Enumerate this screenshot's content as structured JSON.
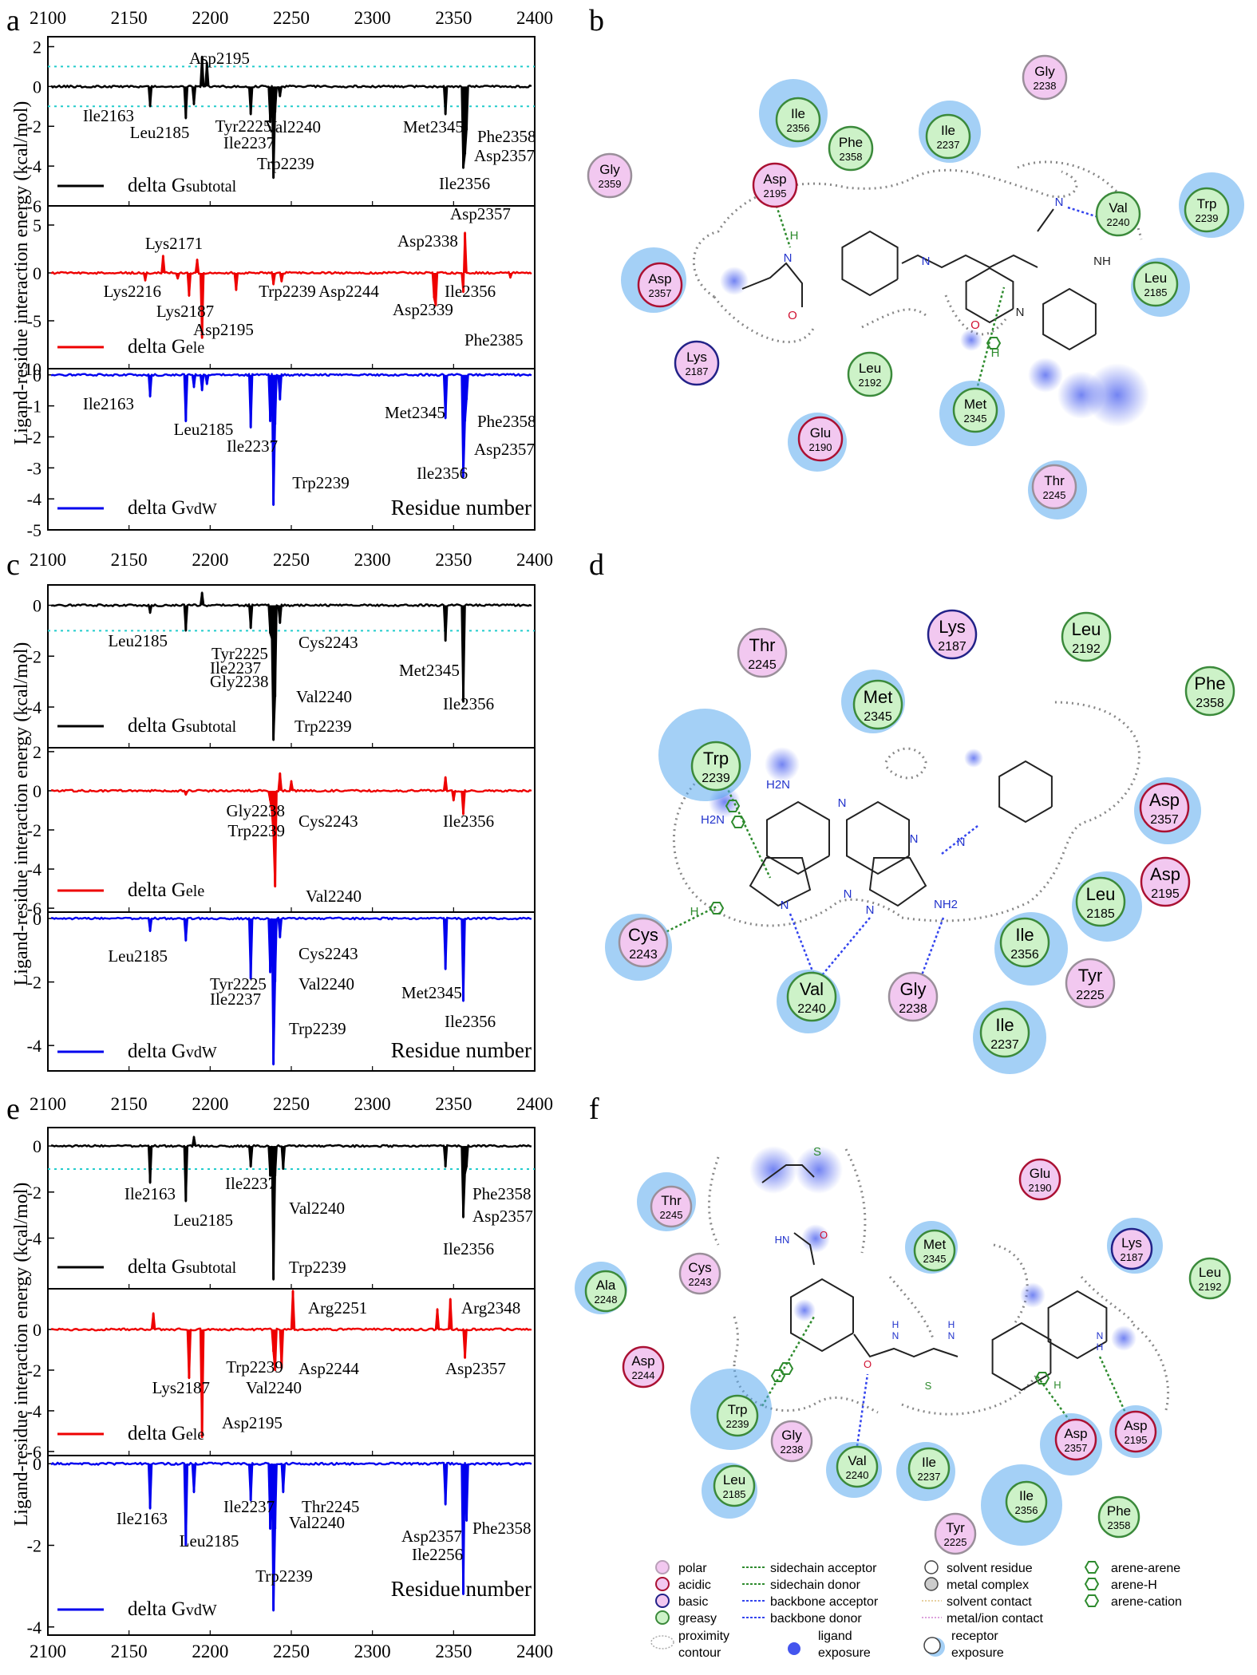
{
  "figure": {
    "panel_letters": [
      "a",
      "b",
      "c",
      "d",
      "e",
      "f"
    ],
    "y_axis_title": "Ligand-residue interaction energy (kcal/mol)",
    "x_axis_title": "Residue number",
    "x_ticks": [
      2100,
      2150,
      2200,
      2250,
      2300,
      2350,
      2400
    ],
    "x_ticks_label": [
      "2100",
      "2150",
      "2200",
      "2250",
      "2300",
      "2350",
      "2400"
    ]
  },
  "chart_data": [
    {
      "type": "line",
      "panel": "a",
      "subplots": [
        {
          "series": [
            {
              "name": "delta Gsubtotal",
              "color": "#000000"
            }
          ],
          "legend_main": "delta G",
          "legend_sub": "subtotal",
          "ylim": [
            -6,
            2.5
          ],
          "yticks": [
            2,
            0,
            -2,
            -4,
            -6
          ],
          "ytick_labels": [
            "2",
            "0",
            "-2",
            "-4",
            "-6"
          ],
          "threshold_lines": [
            1,
            -1
          ],
          "x": [
            2163,
            2185,
            2190,
            2195,
            2198,
            2225,
            2237,
            2239,
            2240,
            2243,
            2345,
            2356,
            2357,
            2358
          ],
          "values": [
            -1.0,
            -1.6,
            -0.9,
            1.5,
            1.2,
            -1.4,
            -1.8,
            -4.6,
            -1.3,
            -0.5,
            -1.4,
            -4.1,
            -3.4,
            -2.2
          ],
          "annotations": [
            "Asp2195",
            "Ile2163",
            "Leu2185",
            "Tyr2225",
            "Ile2237",
            "Val2240",
            "Trp2239",
            "Met2345",
            "Phe2358",
            "Asp2357",
            "Ile2356"
          ]
        },
        {
          "series": [
            {
              "name": "delta Gele",
              "color": "#ee0000"
            }
          ],
          "legend_main": "delta G",
          "legend_sub": "ele",
          "ylim": [
            -10,
            7
          ],
          "yticks": [
            5,
            0,
            -5,
            -10
          ],
          "ytick_labels": [
            "5",
            "0",
            "-5",
            "-10"
          ],
          "threshold_lines": [],
          "x": [
            2160,
            2171,
            2180,
            2187,
            2192,
            2195,
            2216,
            2239,
            2244,
            2338,
            2339,
            2356,
            2357,
            2385
          ],
          "values": [
            -0.8,
            1.8,
            -0.6,
            -2.4,
            1.4,
            -6.8,
            -1.8,
            -1.2,
            -0.9,
            -2.6,
            -3.4,
            -2.0,
            4.2,
            -0.5
          ],
          "annotations": [
            "Lys2171",
            "Asp2357",
            "Asp2338",
            "Lys2216",
            "Lys2187",
            "Trp2239",
            "Asp2244",
            "Ile2356",
            "Asp2339",
            "Asp2195",
            "Phe2385"
          ]
        },
        {
          "series": [
            {
              "name": "delta GvdW",
              "color": "#0000ee"
            }
          ],
          "legend_main": "delta G",
          "legend_sub": "vdW",
          "ylim": [
            -5,
            0.2
          ],
          "yticks": [
            0,
            -1,
            -2,
            -3,
            -4,
            -5
          ],
          "ytick_labels": [
            "0",
            "-1",
            "-2",
            "-3",
            "-4",
            "-5"
          ],
          "threshold_lines": [],
          "x": [
            2163,
            2185,
            2190,
            2195,
            2198,
            2225,
            2237,
            2239,
            2240,
            2243,
            2345,
            2356,
            2357,
            2358
          ],
          "values": [
            -0.7,
            -1.5,
            -0.4,
            -0.5,
            -0.3,
            -1.7,
            -1.5,
            -4.2,
            -1.6,
            -0.8,
            -1.4,
            -3.3,
            -1.5,
            -0.8
          ],
          "annotations": [
            "Ile2163",
            "Leu2185",
            "Ile2237",
            "Met2345",
            "Phe2358",
            "Asp2357",
            "Trp2239",
            "Ile2356"
          ]
        }
      ]
    },
    {
      "type": "line",
      "panel": "c",
      "subplots": [
        {
          "series": [
            {
              "name": "delta Gsubtotal",
              "color": "#000000"
            }
          ],
          "legend_main": "delta G",
          "legend_sub": "subtotal",
          "ylim": [
            -5.6,
            0.8
          ],
          "yticks": [
            0,
            -2,
            -4
          ],
          "ytick_labels": [
            "0",
            "-2",
            "-4"
          ],
          "threshold_lines": [
            -1
          ],
          "x": [
            2163,
            2185,
            2195,
            2225,
            2237,
            2238,
            2239,
            2240,
            2243,
            2345,
            2356
          ],
          "values": [
            -0.3,
            -1.0,
            0.5,
            -0.9,
            -1.1,
            -1.3,
            -5.3,
            -3.6,
            -0.7,
            -1.4,
            -3.8
          ],
          "annotations": [
            "Leu2185",
            "Tyr2225",
            "Ile2237",
            "Gly2238",
            "Cys2243",
            "Met2345",
            "Val2240",
            "Trp2239",
            "Ile2356"
          ]
        },
        {
          "series": [
            {
              "name": "delta Gele",
              "color": "#ee0000"
            }
          ],
          "legend_main": "delta G",
          "legend_sub": "ele",
          "ylim": [
            -6.2,
            2.2
          ],
          "yticks": [
            2,
            0,
            -2,
            -4,
            -6
          ],
          "ytick_labels": [
            "2",
            "0",
            "-2",
            "-4",
            "-6"
          ],
          "threshold_lines": [],
          "x": [
            2185,
            2237,
            2238,
            2239,
            2240,
            2243,
            2250,
            2345,
            2350,
            2356
          ],
          "values": [
            -0.2,
            -0.5,
            -1.0,
            -2.2,
            -4.9,
            0.9,
            0.5,
            0.7,
            -0.5,
            -1.2
          ],
          "annotations": [
            "Gly2238",
            "Cys2243",
            "Trp2239",
            "Ile2356",
            "Val2240"
          ]
        },
        {
          "series": [
            {
              "name": "delta GvdW",
              "color": "#0000ee"
            }
          ],
          "legend_main": "delta G",
          "legend_sub": "vdW",
          "ylim": [
            -4.8,
            0.2
          ],
          "yticks": [
            0,
            -2,
            -4
          ],
          "ytick_labels": [
            "0",
            "-2",
            "-4"
          ],
          "threshold_lines": [],
          "x": [
            2163,
            2185,
            2225,
            2237,
            2239,
            2240,
            2243,
            2345,
            2356
          ],
          "values": [
            -0.4,
            -0.7,
            -1.9,
            -1.7,
            -4.6,
            -2.0,
            -0.6,
            -1.6,
            -2.6
          ],
          "annotations": [
            "Leu2185",
            "Cys2243",
            "Tyr2225",
            "Val2240",
            "Ile2237",
            "Met2345",
            "Ile2356",
            "Trp2239"
          ]
        }
      ]
    },
    {
      "type": "line",
      "panel": "e",
      "subplots": [
        {
          "series": [
            {
              "name": "delta Gsubtotal",
              "color": "#000000"
            }
          ],
          "legend_main": "delta G",
          "legend_sub": "subtotal",
          "ylim": [
            -6.2,
            0.8
          ],
          "yticks": [
            0,
            -2,
            -4
          ],
          "ytick_labels": [
            "0",
            "-2",
            "-4"
          ],
          "threshold_lines": [
            -1
          ],
          "x": [
            2163,
            2185,
            2190,
            2225,
            2237,
            2239,
            2240,
            2245,
            2345,
            2356,
            2357,
            2358
          ],
          "values": [
            -1.6,
            -2.4,
            0.4,
            -0.9,
            -1.3,
            -5.8,
            -1.3,
            -1.0,
            -0.9,
            -3.1,
            -1.2,
            -0.9
          ],
          "annotations": [
            "Phe2358",
            "Ile2163",
            "Ile2237",
            "Val2240",
            "Leu2185",
            "Asp2357",
            "Ile2356",
            "Trp2239"
          ]
        },
        {
          "series": [
            {
              "name": "delta Gele",
              "color": "#ee0000"
            }
          ],
          "legend_main": "delta G",
          "legend_sub": "ele",
          "ylim": [
            -6.2,
            2.0
          ],
          "yticks": [
            0,
            -2,
            -4,
            -6
          ],
          "ytick_labels": [
            "0",
            "-2",
            "-4",
            "-6"
          ],
          "threshold_lines": [],
          "x": [
            2165,
            2187,
            2195,
            2239,
            2240,
            2244,
            2251,
            2340,
            2348,
            2357
          ],
          "values": [
            0.8,
            -2.4,
            -5.3,
            -1.1,
            -2.0,
            -1.9,
            1.9,
            1.0,
            1.5,
            -1.4
          ],
          "annotations": [
            "Arg2251",
            "Arg2348",
            "Trp2239",
            "Asp2244",
            "Asp2357",
            "Lys2187",
            "Val2240",
            "Asp2195"
          ]
        },
        {
          "series": [
            {
              "name": "delta GvdW",
              "color": "#0000ee"
            }
          ],
          "legend_main": "delta G",
          "legend_sub": "vdW",
          "ylim": [
            -4.2,
            0.2
          ],
          "yticks": [
            0,
            -2,
            -4
          ],
          "ytick_labels": [
            "0",
            "-2",
            "-4"
          ],
          "threshold_lines": [],
          "x": [
            2163,
            2185,
            2190,
            2225,
            2237,
            2239,
            2240,
            2245,
            2345,
            2356,
            2358
          ],
          "values": [
            -1.1,
            -2.0,
            -0.7,
            -0.9,
            -1.6,
            -3.6,
            -1.6,
            -0.7,
            -1.0,
            -3.2,
            -1.4
          ],
          "annotations": [
            "Ile2163",
            "Ile2237",
            "Thr2245",
            "Phe2358",
            "Leu2185",
            "Val2240",
            "Asp2357",
            "Trp2239",
            "Ile2256"
          ]
        }
      ]
    },
    {
      "type": "diagram",
      "panel": "b",
      "residues": [
        {
          "name": "Gly",
          "num": "2238",
          "kind": "polar"
        },
        {
          "name": "Ile",
          "num": "2356",
          "kind": "greasy"
        },
        {
          "name": "Phe",
          "num": "2358",
          "kind": "greasy"
        },
        {
          "name": "Ile",
          "num": "2237",
          "kind": "greasy"
        },
        {
          "name": "Gly",
          "num": "2359",
          "kind": "polar"
        },
        {
          "name": "Asp",
          "num": "2195",
          "kind": "acidic"
        },
        {
          "name": "Val",
          "num": "2240",
          "kind": "greasy"
        },
        {
          "name": "Trp",
          "num": "2239",
          "kind": "greasy"
        },
        {
          "name": "Asp",
          "num": "2357",
          "kind": "acidic"
        },
        {
          "name": "Leu",
          "num": "2185",
          "kind": "greasy"
        },
        {
          "name": "Lys",
          "num": "2187",
          "kind": "basic"
        },
        {
          "name": "Leu",
          "num": "2192",
          "kind": "greasy"
        },
        {
          "name": "Met",
          "num": "2345",
          "kind": "greasy"
        },
        {
          "name": "Glu",
          "num": "2190",
          "kind": "acidic"
        },
        {
          "name": "Thr",
          "num": "2245",
          "kind": "polar"
        }
      ],
      "atom_labels": [
        "N",
        "H",
        "NH",
        "N",
        "N",
        "O",
        "O",
        "N",
        "H"
      ]
    },
    {
      "type": "diagram",
      "panel": "d",
      "residues": [
        {
          "name": "Thr",
          "num": "2245",
          "kind": "polar"
        },
        {
          "name": "Lys",
          "num": "2187",
          "kind": "basic"
        },
        {
          "name": "Leu",
          "num": "2192",
          "kind": "greasy"
        },
        {
          "name": "Phe",
          "num": "2358",
          "kind": "greasy"
        },
        {
          "name": "Met",
          "num": "2345",
          "kind": "greasy"
        },
        {
          "name": "Trp",
          "num": "2239",
          "kind": "greasy"
        },
        {
          "name": "Asp",
          "num": "2357",
          "kind": "acidic"
        },
        {
          "name": "Leu",
          "num": "2185",
          "kind": "greasy"
        },
        {
          "name": "Asp",
          "num": "2195",
          "kind": "acidic"
        },
        {
          "name": "Cys",
          "num": "2243",
          "kind": "polar"
        },
        {
          "name": "Ile",
          "num": "2356",
          "kind": "greasy"
        },
        {
          "name": "Tyr",
          "num": "2225",
          "kind": "polar"
        },
        {
          "name": "Val",
          "num": "2240",
          "kind": "greasy"
        },
        {
          "name": "Gly",
          "num": "2238",
          "kind": "polar"
        },
        {
          "name": "Ile",
          "num": "2237",
          "kind": "greasy"
        }
      ],
      "atom_labels": [
        "H2N",
        "H2N",
        "N",
        "N",
        "N",
        "N",
        "N",
        "N",
        "NH2",
        "H"
      ]
    },
    {
      "type": "diagram",
      "panel": "f",
      "residues": [
        {
          "name": "Thr",
          "num": "2245",
          "kind": "polar"
        },
        {
          "name": "Glu",
          "num": "2190",
          "kind": "acidic"
        },
        {
          "name": "Met",
          "num": "2345",
          "kind": "greasy"
        },
        {
          "name": "Lys",
          "num": "2187",
          "kind": "basic"
        },
        {
          "name": "Leu",
          "num": "2192",
          "kind": "greasy"
        },
        {
          "name": "Cys",
          "num": "2243",
          "kind": "polar"
        },
        {
          "name": "Ala",
          "num": "2248",
          "kind": "greasy"
        },
        {
          "name": "Asp",
          "num": "2244",
          "kind": "acidic"
        },
        {
          "name": "Trp",
          "num": "2239",
          "kind": "greasy"
        },
        {
          "name": "Gly",
          "num": "2238",
          "kind": "polar"
        },
        {
          "name": "Leu",
          "num": "2185",
          "kind": "greasy"
        },
        {
          "name": "Val",
          "num": "2240",
          "kind": "greasy"
        },
        {
          "name": "Ile",
          "num": "2237",
          "kind": "greasy"
        },
        {
          "name": "Asp",
          "num": "2357",
          "kind": "acidic"
        },
        {
          "name": "Asp",
          "num": "2195",
          "kind": "acidic"
        },
        {
          "name": "Ile",
          "num": "2356",
          "kind": "greasy"
        },
        {
          "name": "Phe",
          "num": "2358",
          "kind": "greasy"
        },
        {
          "name": "Tyr",
          "num": "2225",
          "kind": "polar"
        }
      ],
      "atom_labels": [
        "S",
        "HN",
        "O",
        "H",
        "H",
        "N",
        "N",
        "O",
        "S",
        "N",
        "H",
        "H"
      ]
    }
  ],
  "legend": {
    "residue_types": [
      {
        "label": "polar",
        "color": "#f2c8f0",
        "ring": "#b9a0b8"
      },
      {
        "label": "acidic",
        "color": "#f2c8f0",
        "ring": "#aa1133"
      },
      {
        "label": "basic",
        "color": "#f2c8f0",
        "ring": "#222288"
      },
      {
        "label": "greasy",
        "color": "#cdf2c8",
        "ring": "#3b8a3b"
      }
    ],
    "interaction_types": [
      {
        "label": "sidechain acceptor",
        "color": "#2e8b2e"
      },
      {
        "label": "sidechain donor",
        "color": "#2e8b2e"
      },
      {
        "label": "backbone acceptor",
        "color": "#3344ee"
      },
      {
        "label": "backbone donor",
        "color": "#3344ee"
      }
    ],
    "misc": [
      "solvent residue",
      "metal complex",
      "solvent contact",
      "metal/ion contact"
    ],
    "arene": [
      "arene-arene",
      "arene-H",
      "arene-cation"
    ],
    "extra": {
      "proximity": [
        "proximity",
        "contour"
      ],
      "ligand": [
        "ligand",
        "exposure"
      ],
      "receptor": [
        "receptor",
        "exposure"
      ]
    }
  },
  "colors": {
    "threshold": "#22cccc",
    "polar_fill": "#f2c8f0",
    "greasy_fill": "#cdf2c8",
    "acidic_ring": "#aa1133",
    "basic_ring": "#222288",
    "exposure_blue": "#5aa9ee"
  }
}
